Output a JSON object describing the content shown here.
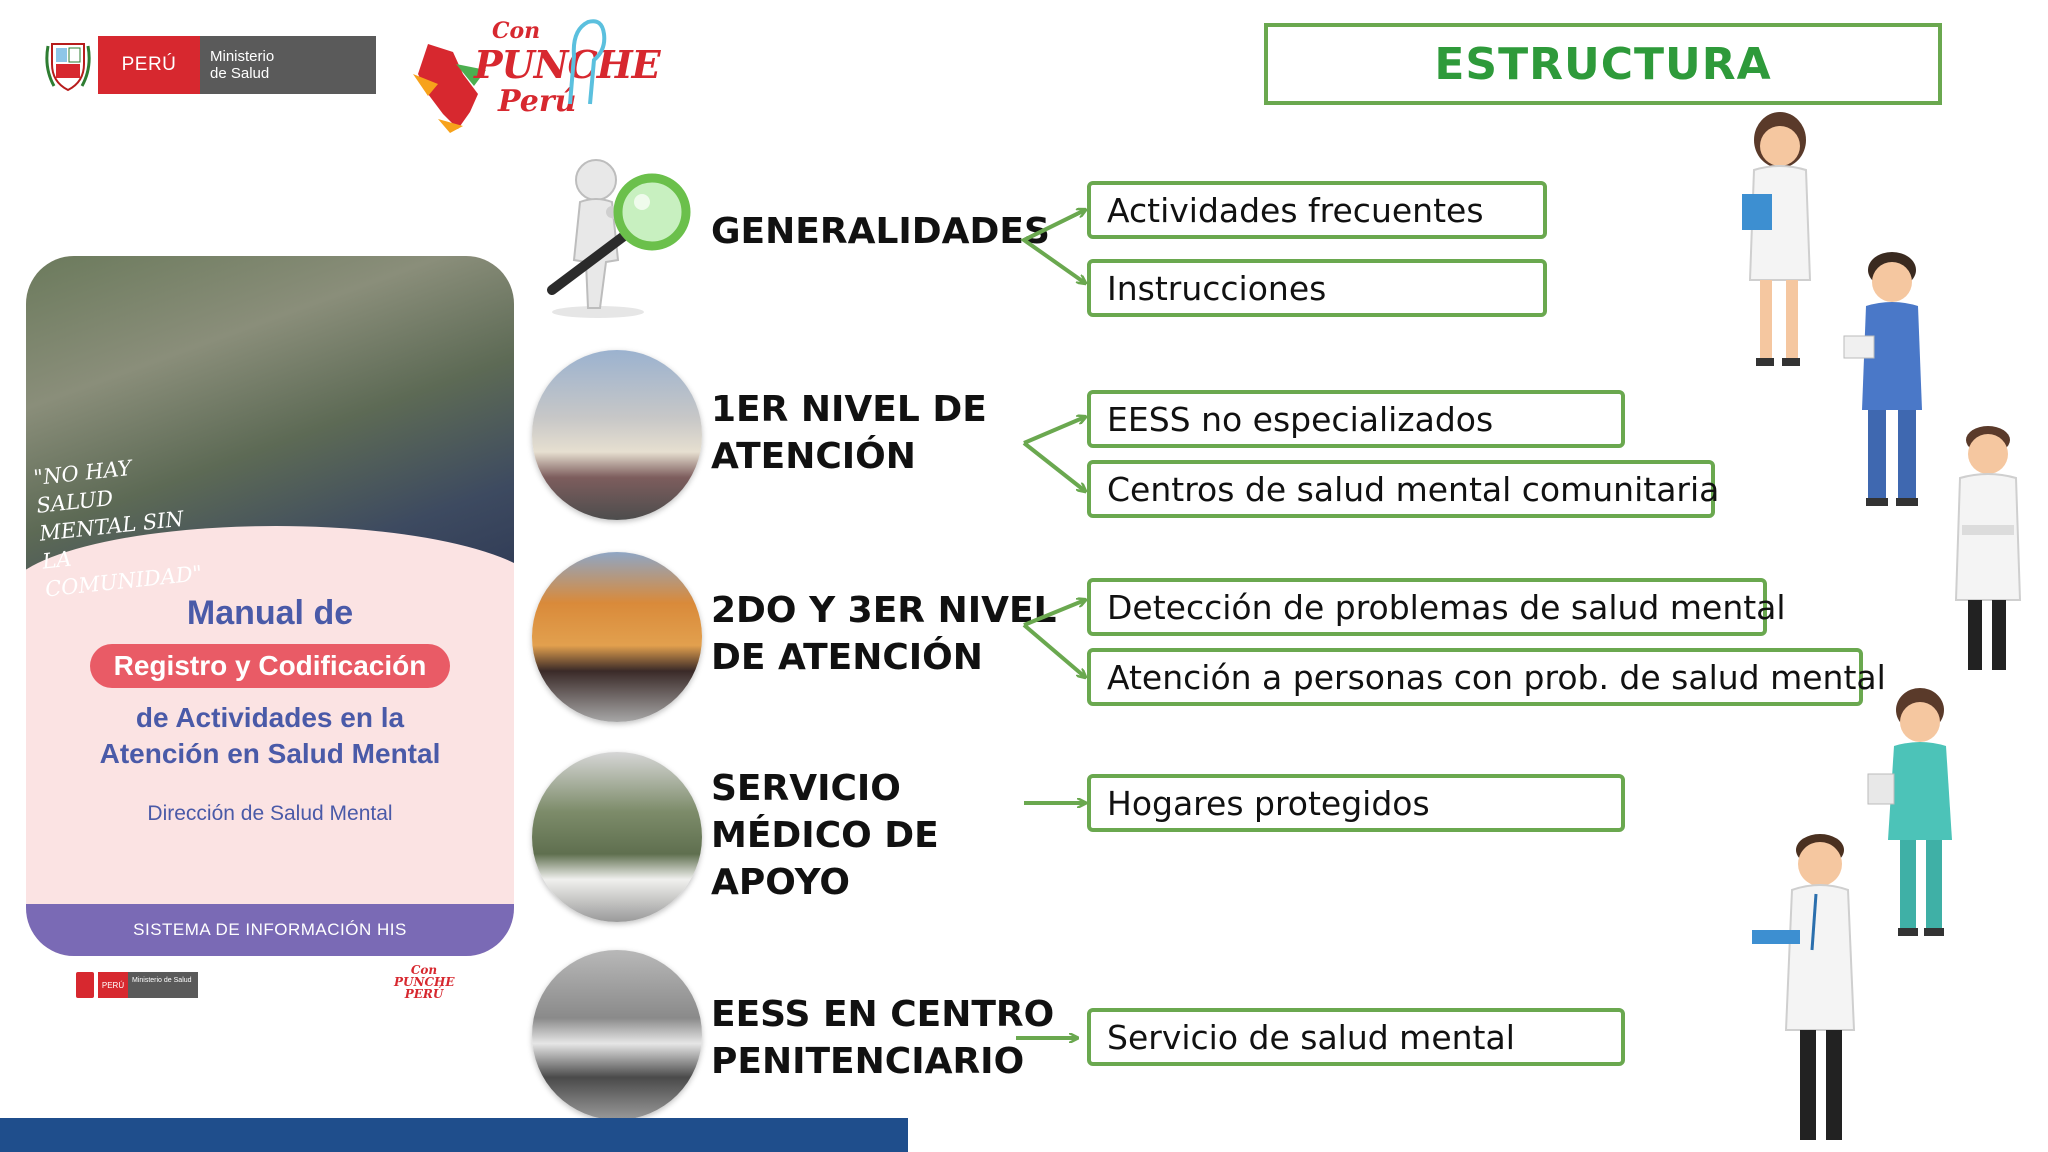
{
  "header": {
    "minsa_country": "PERÚ",
    "minsa_ministry_line1": "Ministerio",
    "minsa_ministry_line2": "de Salud",
    "punche_con": "Con",
    "punche_word": "PUNCHE",
    "punche_peru": "Perú"
  },
  "title": "ESTRUCTURA",
  "manual_cover": {
    "quote_line1": "\"NO HAY SALUD",
    "quote_line2": "MENTAL SIN",
    "quote_line3": "LA COMUNIDAD\"",
    "title_line1": "Manual de",
    "title_highlight": "Registro y Codificación",
    "title_line3": "de Actividades en la",
    "title_line4": "Atención en Salud Mental",
    "department": "Dirección de Salud Mental",
    "system_bar": "SISTEMA DE INFORMACIÓN HIS",
    "footer_country": "PERÚ",
    "footer_ministry": "Ministerio de Salud",
    "footer_punche_line1": "Con",
    "footer_punche_line2": "PUNCHE",
    "footer_punche_line3": "PERÚ"
  },
  "sections": [
    {
      "label_line1": "GENERALIDADES",
      "label_line2": "",
      "label_line3": "",
      "items": [
        "Actividades frecuentes",
        "Instrucciones"
      ]
    },
    {
      "label_line1": "1ER NIVEL DE",
      "label_line2": "ATENCIÓN",
      "label_line3": "",
      "items": [
        "EESS no especializados",
        "Centros de salud mental comunitaria"
      ]
    },
    {
      "label_line1": "2DO Y 3ER NIVEL",
      "label_line2": "DE ATENCIÓN",
      "label_line3": "",
      "items": [
        "Detección de problemas de salud mental",
        "Atención a personas con prob. de salud mental"
      ]
    },
    {
      "label_line1": "SERVICIO",
      "label_line2": "MÉDICO DE",
      "label_line3": "APOYO",
      "items": [
        "Hogares protegidos"
      ]
    },
    {
      "label_line1": "EESS EN CENTRO",
      "label_line2": "PENITENCIARIO",
      "label_line3": "",
      "items": [
        "Servicio de salud mental"
      ]
    }
  ],
  "colors": {
    "accent_green": "#6aa84f",
    "title_green": "#2e9a3a",
    "minsa_red": "#d7282f",
    "cover_blue": "#4a5aa8",
    "bottom_bar": "#1f4e8c"
  },
  "icons": {
    "magnifier": "magnifying-glass-figure-icon",
    "doctors": "medical-staff-illustration-icon"
  }
}
